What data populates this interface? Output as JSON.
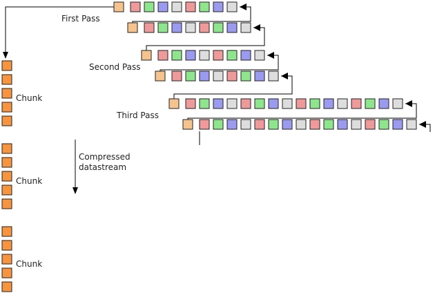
{
  "labels": {
    "first_pass": "First Pass",
    "second_pass": "Second Pass",
    "third_pass": "Third Pass",
    "compressed_line1": "Compressed",
    "compressed_line2": "datastream",
    "chunk": "Chunk"
  },
  "colors": {
    "filter": "#f5c48e",
    "chunk": "#f7943f",
    "outline": "#222222",
    "r": "#ee9a9a",
    "g": "#8ee58e",
    "b": "#9a9aee",
    "w": "#dddddd"
  },
  "rows": [
    [
      "r",
      "g",
      "b",
      "w",
      "r",
      "g",
      "b",
      "w"
    ],
    [
      "r",
      "g",
      "b",
      "w",
      "r",
      "g",
      "b",
      "w"
    ],
    [
      "r",
      "g",
      "b",
      "w",
      "r",
      "g",
      "b",
      "w"
    ],
    [
      "r",
      "g",
      "b",
      "w",
      "r",
      "g",
      "b",
      "w"
    ],
    [
      "r",
      "g",
      "b",
      "w",
      "r",
      "g",
      "b",
      "w",
      "r",
      "g",
      "b",
      "w",
      "r",
      "g",
      "b",
      "w"
    ],
    [
      "r",
      "g",
      "b",
      "w",
      "r",
      "g",
      "b",
      "w",
      "r",
      "g",
      "b",
      "w",
      "r",
      "g",
      "b",
      "w"
    ]
  ],
  "chunks": [
    {
      "label": "Chunk",
      "blocks": 5
    },
    {
      "label": "Chunk",
      "blocks": 5
    },
    {
      "label": "Chunk",
      "blocks": 5
    }
  ]
}
